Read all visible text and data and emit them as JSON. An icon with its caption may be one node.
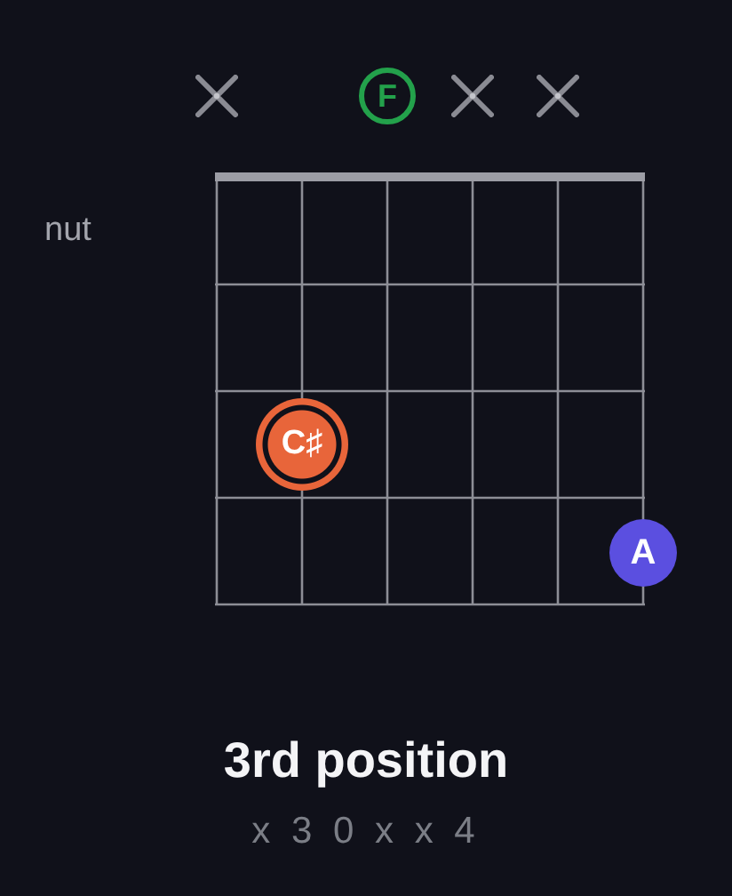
{
  "diagram": {
    "title": "3rd position",
    "caption": "x 3 0 x x 4",
    "nodes": [
      {
        "text": [],
        "shape": "cross"
      },
      {
        "text": [
          "F"
        ]
      },
      {
        "text": [],
        "shape": "cross"
      },
      {
        "text": [],
        "shape": "cross"
      },
      {
        "text": [
          "C♯"
        ]
      },
      {
        "text": [
          "A"
        ]
      }
    ],
    "edges": [],
    "labels": [
      "nut"
    ]
  }
}
